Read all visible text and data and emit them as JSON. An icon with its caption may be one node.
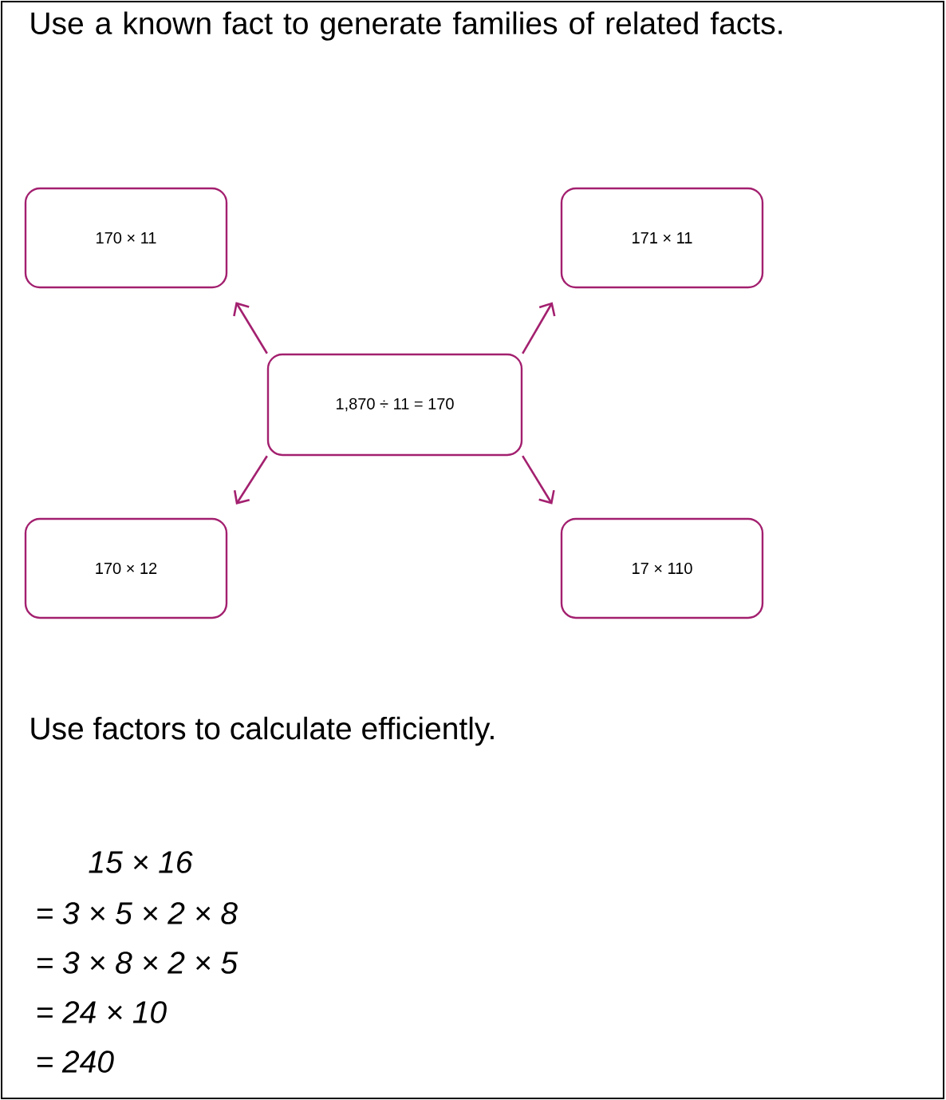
{
  "diagram": {
    "title": "Use a known fact to generate families of related facts.",
    "nodes": [
      {
        "text": [
          "170 × 11"
        ]
      },
      {
        "text": [
          "171 × 11"
        ]
      },
      {
        "text": [
          "1,870 ÷ 11 = 170"
        ]
      },
      {
        "text": [
          "170 × 12"
        ]
      },
      {
        "text": [
          "17 × 110"
        ]
      }
    ],
    "edges": [
      {
        "from": 2,
        "to": 0,
        "arrow": "to"
      },
      {
        "from": 2,
        "to": 1,
        "arrow": "to"
      },
      {
        "from": 2,
        "to": 3,
        "arrow": "to"
      },
      {
        "from": 2,
        "to": 4,
        "arrow": "to"
      }
    ],
    "labels": [
      "Use factors to calculate efficiently.",
      "15 × 16",
      "= 3 × 5 × 2 × 8",
      "= 3 × 8 × 2 × 5",
      "= 24 × 10",
      "= 240"
    ]
  }
}
